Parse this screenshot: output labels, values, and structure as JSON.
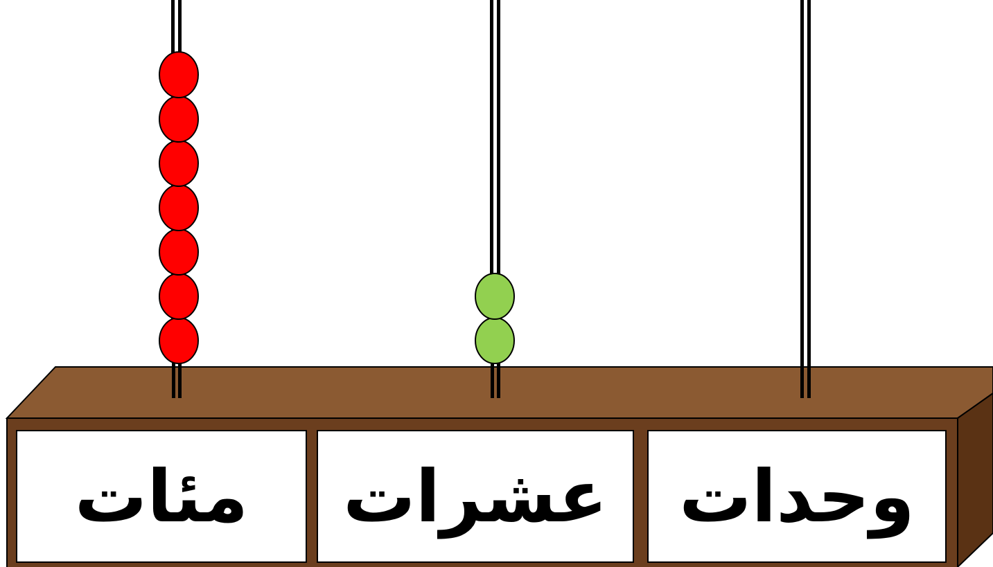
{
  "abacus": {
    "columns": [
      {
        "id": "hundreds",
        "label": "مئات",
        "beads": 7,
        "bead_color": "#ff0000"
      },
      {
        "id": "tens",
        "label": "عشرات",
        "beads": 2,
        "bead_color": "#92d050"
      },
      {
        "id": "units",
        "label": "وحدات",
        "beads": 0,
        "bead_color": "#ffffff"
      }
    ],
    "colors": {
      "frame_top": "#8b5a32",
      "frame_front": "#6b3e1e",
      "frame_side": "#5a3214",
      "rod": "#000000",
      "label_box": "#ffffff",
      "outline": "#000000"
    }
  }
}
